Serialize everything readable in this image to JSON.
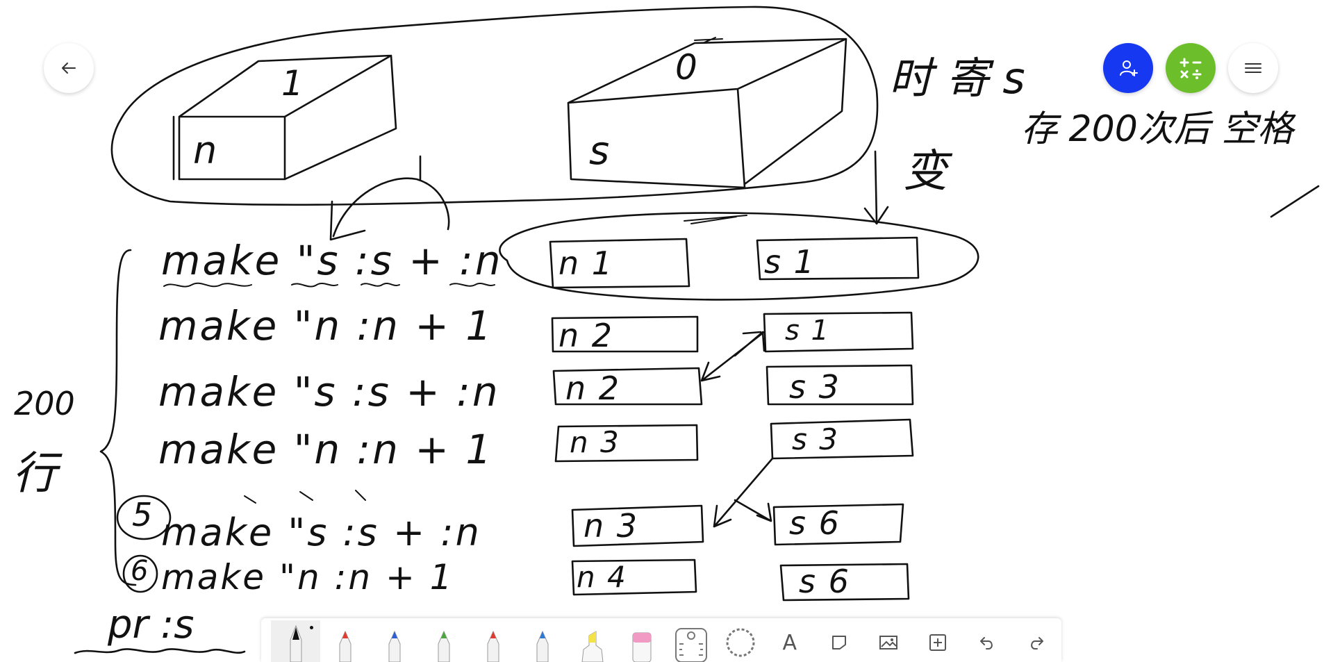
{
  "app": {
    "title": "Whiteboard"
  },
  "navigation": {
    "back_icon": "arrow-left-icon"
  },
  "top_right": {
    "invite_icon": "add-person-icon",
    "invite_color": "#1638f0",
    "calculator_icon": "calculator-icon",
    "calculator_color": "#6cbf2a",
    "menu_icon": "hamburger-menu-icon"
  },
  "handwriting": {
    "box1_top": "1",
    "box1_front": "n",
    "box2_top": "0",
    "box2_front": "s",
    "annotation_time": "时 寄 s",
    "annotation_space": "存 200次后 空格",
    "annotation_change": "变",
    "left_count": "200",
    "left_unit": "行",
    "step_marker_5": "5",
    "step_marker_6": "6",
    "code_lines": [
      "make \"s  :s + :n",
      "make \"n  :n + 1",
      "make \"s  :s + :n",
      "make \"n  :n + 1",
      "make \"s  :s + :n",
      "make \"n  :n + 1"
    ],
    "final_line": "pr :s",
    "cells": [
      {
        "n": "n  1",
        "s": "s  1"
      },
      {
        "n": "n  2",
        "s": "s  1"
      },
      {
        "n": "n  2",
        "s": "s  3"
      },
      {
        "n": "n  3",
        "s": "s  3"
      },
      {
        "n": "n 3",
        "s": "s  6"
      },
      {
        "n": "n 4",
        "s": "s  6"
      }
    ]
  },
  "toolbar": {
    "tools": [
      {
        "name": "pen-black-icon",
        "color": "#111111"
      },
      {
        "name": "pen-red-icon",
        "color": "#e23b2e"
      },
      {
        "name": "pen-blue-icon",
        "color": "#2a5fd8"
      },
      {
        "name": "pen-green-icon",
        "color": "#49a83a"
      },
      {
        "name": "pen-red-alt-icon",
        "color": "#e23b2e"
      },
      {
        "name": "pen-blue-alt-icon",
        "color": "#2f79d6"
      },
      {
        "name": "highlighter-icon",
        "color": "#f4e24a"
      },
      {
        "name": "eraser-icon",
        "color": "#f19ac4"
      },
      {
        "name": "ruler-icon",
        "color": "#777777"
      },
      {
        "name": "lasso-icon",
        "color": "#777777"
      },
      {
        "name": "text-icon",
        "label": "A"
      },
      {
        "name": "shape-icon"
      },
      {
        "name": "image-icon"
      },
      {
        "name": "add-icon"
      },
      {
        "name": "undo-icon"
      },
      {
        "name": "redo-icon"
      }
    ]
  }
}
